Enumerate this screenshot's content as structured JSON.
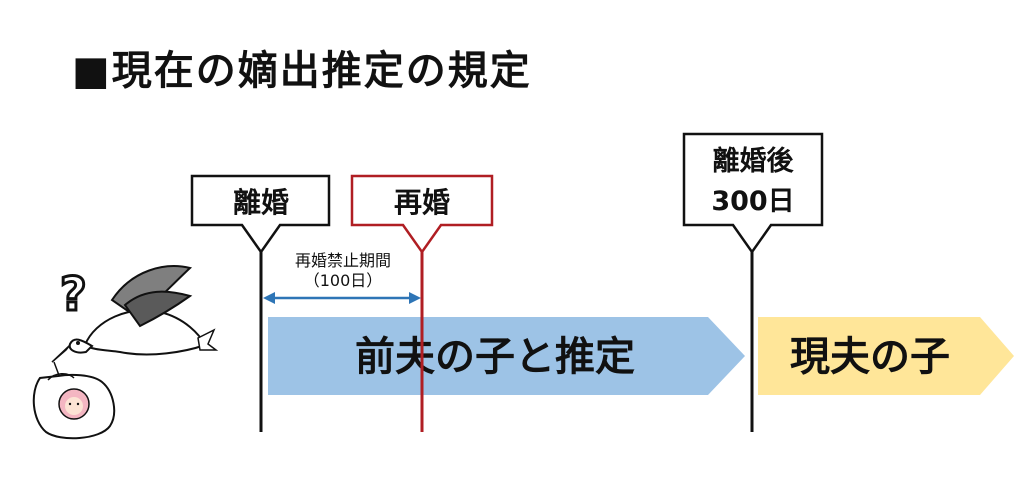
{
  "title": "■現在の嫡出推定の規定",
  "markers": {
    "divorce": "離婚",
    "remarriage": "再婚",
    "after300_line1": "離婚後",
    "after300_line2": "300日"
  },
  "ban_period": {
    "line1": "再婚禁止期間",
    "line2": "（100日）"
  },
  "arrows": {
    "former": "前夫の子と推定",
    "current": "現夫の子"
  },
  "question_mark": "?",
  "colors": {
    "former_arrow": "#9DC3E6",
    "current_arrow": "#FFE699",
    "remarriage_accent": "#B01E23",
    "span_arrow": "#2E75B6"
  }
}
